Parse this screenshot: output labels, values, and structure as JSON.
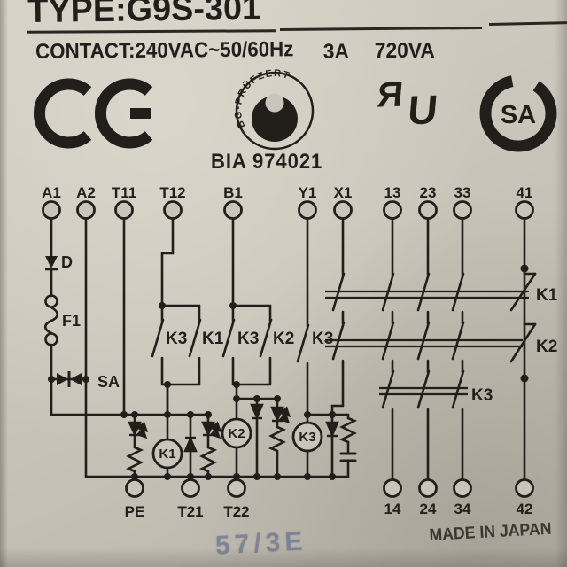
{
  "header": {
    "type_label": "TYPE:G9S-301",
    "contact_label": "CONTACT:240VAC~50/60Hz",
    "current_rating": "3A",
    "power_rating": "720VA"
  },
  "certifications": {
    "bg_seal_ring_text": "BG-PRÜFZERT",
    "bg_seal_number": "BIA 974021",
    "ul_mark_r": "Я",
    "ul_mark_u": "U",
    "csa_letters": "SA"
  },
  "schematic": {
    "top_terminals": [
      {
        "label": "A1"
      },
      {
        "label": "A2"
      },
      {
        "label": "T11"
      },
      {
        "label": "T12"
      },
      {
        "label": "B1"
      },
      {
        "label": "Y1"
      },
      {
        "label": "X1"
      },
      {
        "label": "13"
      },
      {
        "label": "23"
      },
      {
        "label": "33"
      },
      {
        "label": "41"
      }
    ],
    "bottom_terminals": [
      {
        "label": "PE"
      },
      {
        "label": "T21"
      },
      {
        "label": "T22"
      },
      {
        "label": "14"
      },
      {
        "label": "24"
      },
      {
        "label": "34"
      },
      {
        "label": "42"
      }
    ],
    "components": {
      "diode": "D",
      "fuse": "F1",
      "surge_absorber": "SA"
    },
    "parallel_contact_labels": [
      {
        "label": "K3"
      },
      {
        "label": "K1"
      },
      {
        "label": "K3"
      },
      {
        "label": "K2"
      },
      {
        "label": "K3"
      }
    ],
    "contact_bank_labels": [
      {
        "label": "K1"
      },
      {
        "label": "K2"
      },
      {
        "label": "K3"
      }
    ],
    "coils": [
      {
        "label": "K1"
      },
      {
        "label": "K2"
      },
      {
        "label": "K3"
      }
    ]
  },
  "footer": {
    "origin": "MADE IN JAPAN",
    "stamp": "57/3E"
  },
  "colors": {
    "ink": "#221f1b",
    "label_background": "#c9c5ba",
    "stamp_ink": "#485680"
  }
}
